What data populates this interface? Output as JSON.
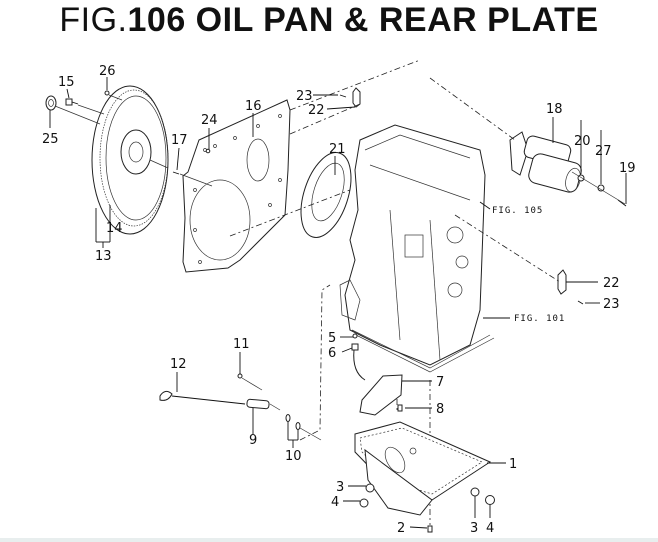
{
  "title": {
    "prefix": "FIG.",
    "main": "106 OIL PAN & REAR PLATE"
  },
  "references": [
    {
      "label": "FIG. 105"
    },
    {
      "label": "FIG. 101"
    }
  ],
  "callouts": [
    {
      "id": "c1",
      "label": "1"
    },
    {
      "id": "c2",
      "label": "2"
    },
    {
      "id": "c3a",
      "label": "3"
    },
    {
      "id": "c3b",
      "label": "3"
    },
    {
      "id": "c4a",
      "label": "4"
    },
    {
      "id": "c4b",
      "label": "4"
    },
    {
      "id": "c5",
      "label": "5"
    },
    {
      "id": "c6",
      "label": "6"
    },
    {
      "id": "c7",
      "label": "7"
    },
    {
      "id": "c8",
      "label": "8"
    },
    {
      "id": "c9",
      "label": "9"
    },
    {
      "id": "c10",
      "label": "10"
    },
    {
      "id": "c11",
      "label": "11"
    },
    {
      "id": "c12",
      "label": "12"
    },
    {
      "id": "c13",
      "label": "13"
    },
    {
      "id": "c14",
      "label": "14"
    },
    {
      "id": "c15",
      "label": "15"
    },
    {
      "id": "c16",
      "label": "16"
    },
    {
      "id": "c17",
      "label": "17"
    },
    {
      "id": "c18",
      "label": "18"
    },
    {
      "id": "c19",
      "label": "19"
    },
    {
      "id": "c20",
      "label": "20"
    },
    {
      "id": "c21",
      "label": "21"
    },
    {
      "id": "c22a",
      "label": "22"
    },
    {
      "id": "c22b",
      "label": "22"
    },
    {
      "id": "c23a",
      "label": "23"
    },
    {
      "id": "c23b",
      "label": "23"
    },
    {
      "id": "c24",
      "label": "24"
    },
    {
      "id": "c25",
      "label": "25"
    },
    {
      "id": "c26",
      "label": "26"
    },
    {
      "id": "c27",
      "label": "27"
    }
  ]
}
